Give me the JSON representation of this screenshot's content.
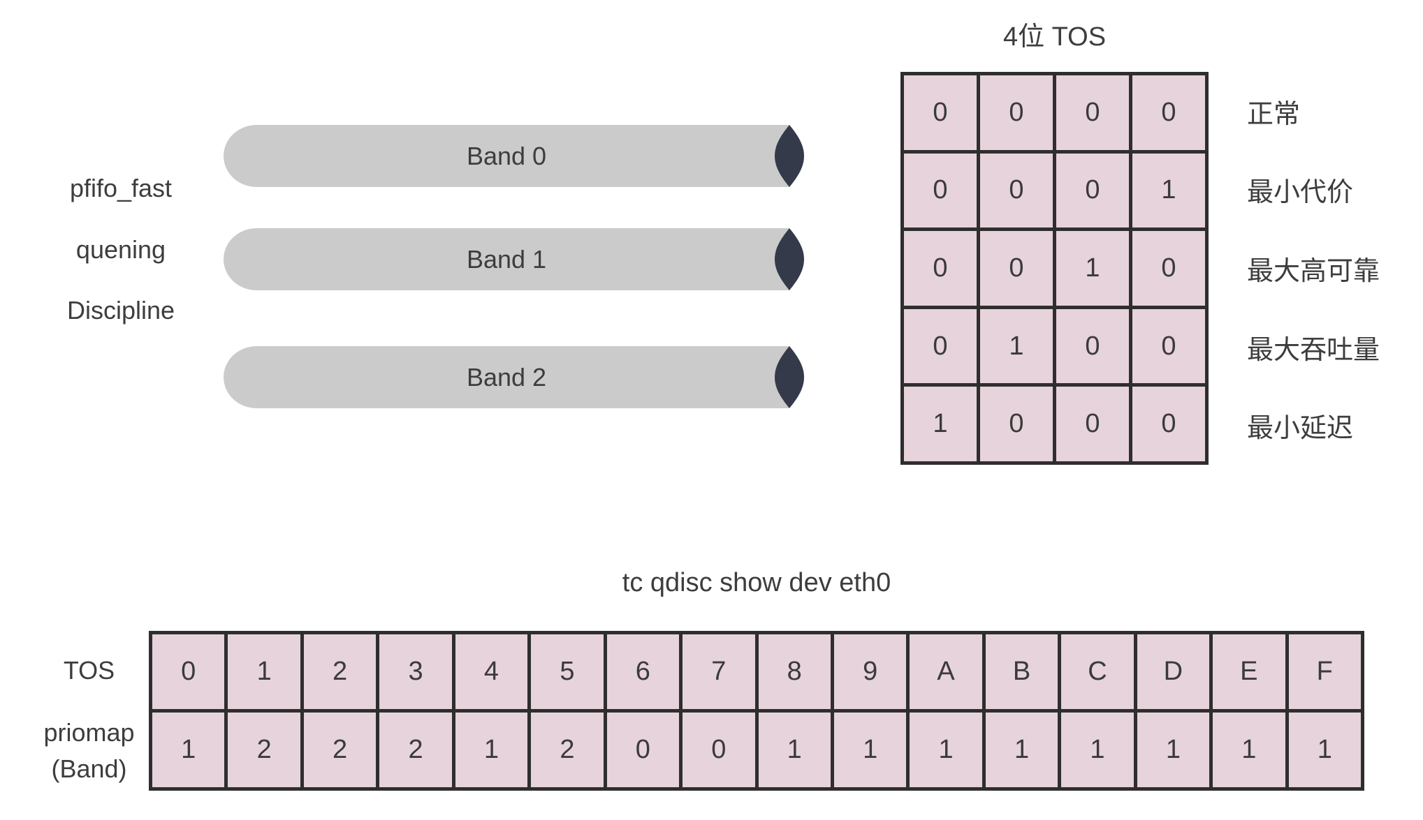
{
  "colors": {
    "cell_pink": "#e7d3db",
    "grid_line": "#2e2e2e",
    "band_gray": "#cbcbcb",
    "band_cap_dark": "#343a4a",
    "text": "#3d3d3d"
  },
  "pfifo": {
    "label_lines": [
      "pfifo_fast",
      "quening",
      "Discipline"
    ],
    "bands": [
      "Band 0",
      "Band 1",
      "Band 2"
    ]
  },
  "tos_table": {
    "title": "4位 TOS",
    "rows": [
      {
        "bits": [
          "0",
          "0",
          "0",
          "0"
        ],
        "label": "正常"
      },
      {
        "bits": [
          "0",
          "0",
          "0",
          "1"
        ],
        "label": "最小代价"
      },
      {
        "bits": [
          "0",
          "0",
          "1",
          "0"
        ],
        "label": "最大高可靠"
      },
      {
        "bits": [
          "0",
          "1",
          "0",
          "0"
        ],
        "label": "最大吞吐量"
      },
      {
        "bits": [
          "1",
          "0",
          "0",
          "0"
        ],
        "label": "最小延迟"
      }
    ]
  },
  "priomap_table": {
    "title": "tc qdisc show dev eth0",
    "row1_label": "TOS",
    "row2_label_lines": [
      "priomap",
      "(Band)"
    ],
    "tos_values": [
      "0",
      "1",
      "2",
      "3",
      "4",
      "5",
      "6",
      "7",
      "8",
      "9",
      "A",
      "B",
      "C",
      "D",
      "E",
      "F"
    ],
    "band_values": [
      "1",
      "2",
      "2",
      "2",
      "1",
      "2",
      "0",
      "0",
      "1",
      "1",
      "1",
      "1",
      "1",
      "1",
      "1",
      "1"
    ]
  }
}
